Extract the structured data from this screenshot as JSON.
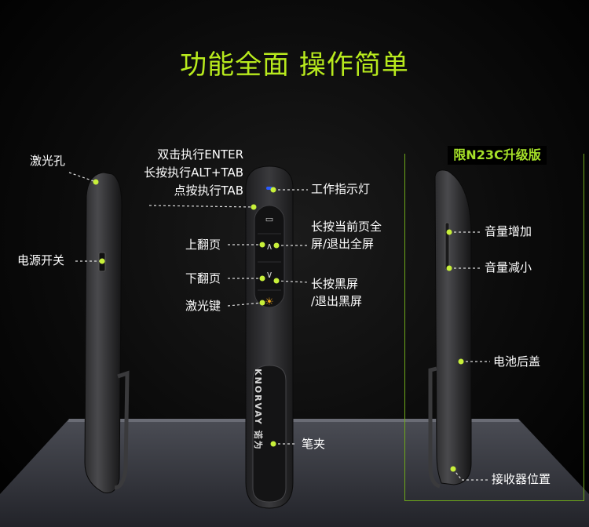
{
  "title": "功能全面  操作简单",
  "badge": "限N23C升级版",
  "brand": "KNORVAY 诺为",
  "labels": {
    "laser_hole": "激光孔",
    "power_switch": "电源开关",
    "double_enter": "双击执行ENTER",
    "long_alt_tab": "长按执行ALT+TAB",
    "tap_tab": "点按执行TAB",
    "indicator": "工作指示灯",
    "page_up": "上翻页",
    "page_down": "下翻页",
    "laser_key": "激光键",
    "fullscreen_line1": "长按当前页全",
    "fullscreen_line2": "屏/退出全屏",
    "blackscreen_line1": "长按黑屏",
    "blackscreen_line2": "/退出黑屏",
    "pen_clip": "笔夹",
    "vol_up": "音量增加",
    "vol_down": "音量减小",
    "battery_cover": "电池后盖",
    "receiver_slot": "接收器位置"
  },
  "colors": {
    "accent": "#b8ea1d",
    "callout_dot": "#c8f03a"
  }
}
